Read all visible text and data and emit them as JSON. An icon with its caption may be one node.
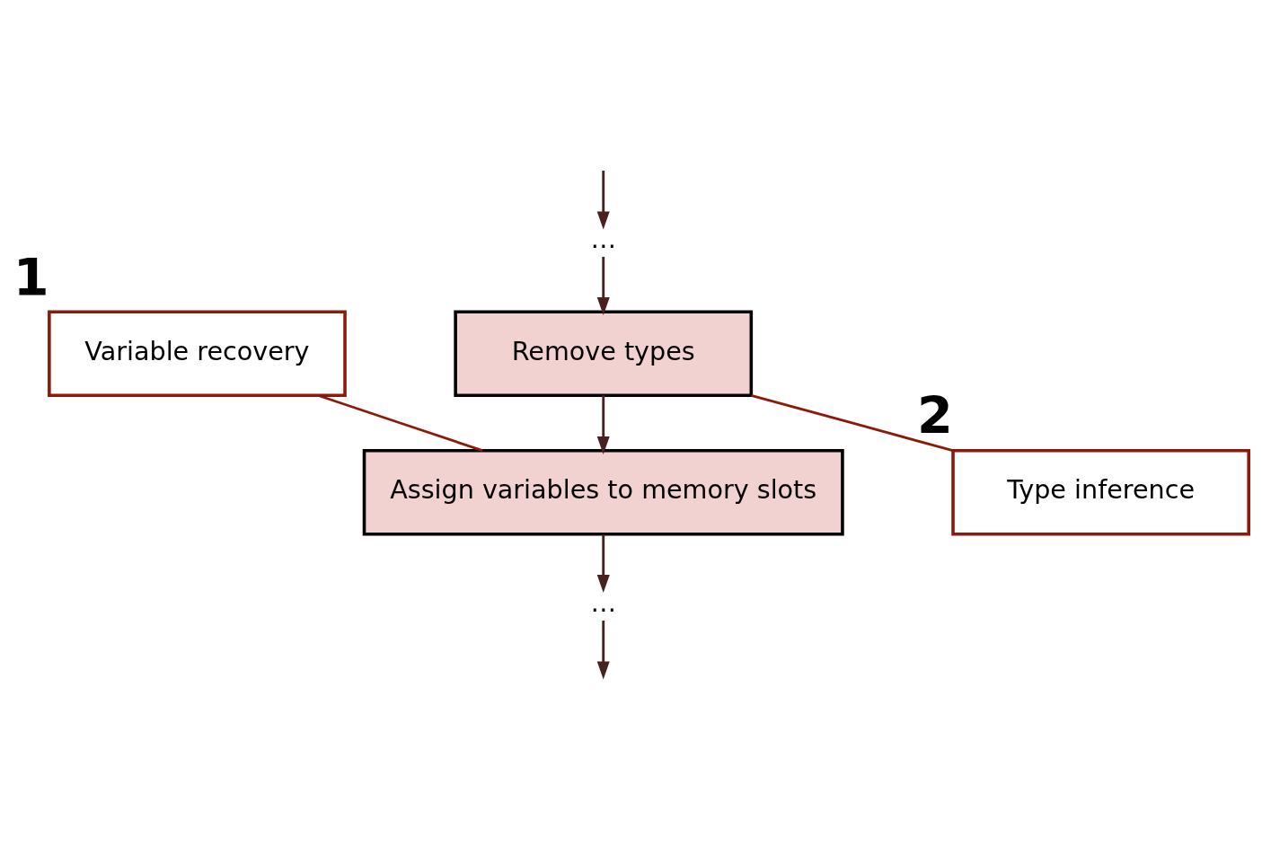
{
  "diagram": {
    "nodes": [
      {
        "text": [
          "…"
        ]
      },
      {
        "text": [
          "Variable recovery"
        ],
        "beside": [
          "1"
        ]
      },
      {
        "text": [
          "Remove types"
        ]
      },
      {
        "text": [
          "Type inference"
        ],
        "beside": [
          "2"
        ]
      },
      {
        "text": [
          "Assign variables to memory slots"
        ]
      },
      {
        "text": [
          "…"
        ]
      }
    ],
    "edges": [
      {
        "from": null,
        "to": 0,
        "arrow": "to"
      },
      {
        "from": 0,
        "to": 2,
        "arrow": "to"
      },
      {
        "from": 2,
        "to": 4,
        "arrow": "to"
      },
      {
        "from": 4,
        "to": 5,
        "arrow": "to"
      },
      {
        "from": 5,
        "to": null,
        "arrow": "to"
      },
      {
        "from": 1,
        "to": 4,
        "arrow": "none",
        "color": "#8b1a0a"
      },
      {
        "from": 3,
        "to": 2,
        "arrow": "none",
        "color": "#8b1a0a"
      }
    ]
  }
}
